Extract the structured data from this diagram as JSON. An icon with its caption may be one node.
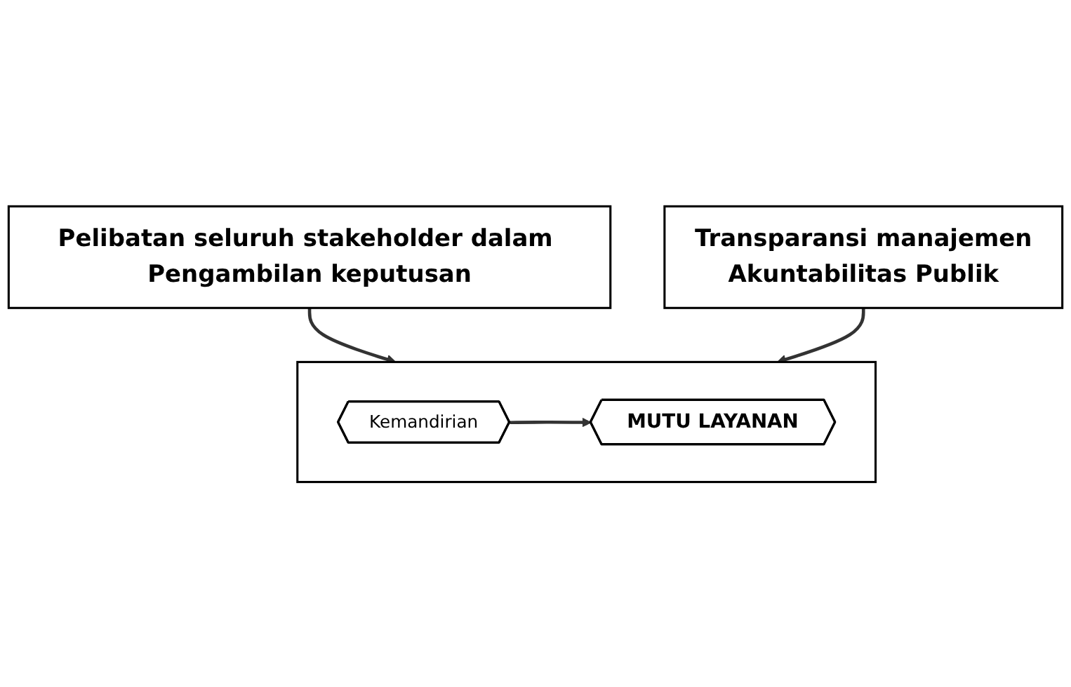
{
  "diagram": {
    "nodes": [
      {
        "text": [
          "Pelibatan seluruh stakeholder dalam Pengambilan keputusan"
        ]
      },
      {
        "text": [],
        "shape": "box"
      },
      {
        "text": [
          "Kemandirian"
        ],
        "in": 1
      },
      {
        "text": [
          "MUTU LAYANAN"
        ],
        "in": 1
      },
      {
        "text": [
          "Transparansi manajemen",
          "Akuntabilitas Publik"
        ]
      }
    ],
    "edges": [
      {
        "from": 0,
        "to": 1,
        "arrow": "to"
      },
      {
        "from": 2,
        "to": 3,
        "arrow": "to"
      },
      {
        "from": 4,
        "to": 1,
        "arrow": "to"
      }
    ]
  }
}
